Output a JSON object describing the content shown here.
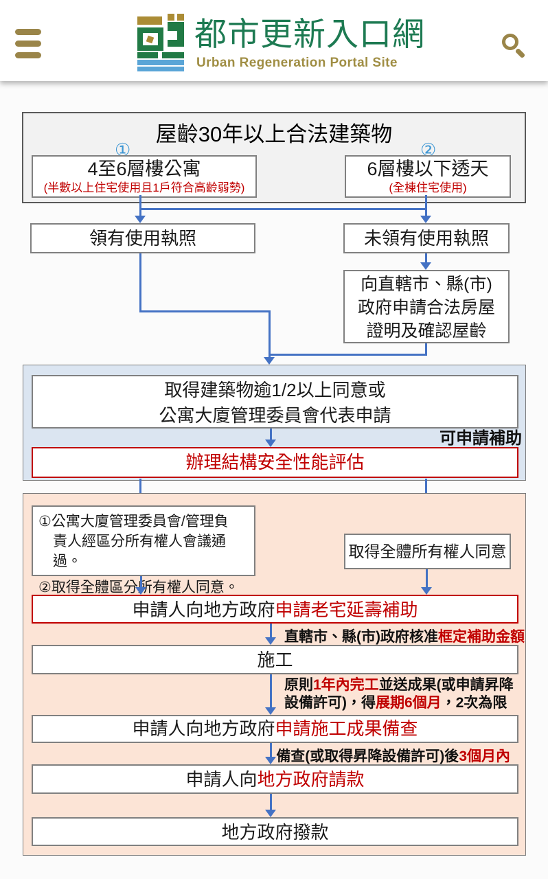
{
  "header": {
    "title": "都市更新入口網",
    "subtitle": "Urban Regeneration Portal Site"
  },
  "colors": {
    "brand_green": "#1d7a52",
    "brand_gold": "#9a8549",
    "logo_blue": "#5aa5d7",
    "flow_line_blue": "#4472c4",
    "alert_red": "#c00000",
    "gray_section_bg": "#f2f2f2",
    "blue_section_bg": "#dbe5f1",
    "orange_section_bg": "#fce4d6"
  },
  "flow": {
    "age": {
      "title": "屋齡30年以上合法建築物",
      "badge1": "①",
      "apt_title": "4至6層樓公寓",
      "apt_note": "(半數以上住宅使用且1戶符合高齡弱勢)",
      "badge2": "②",
      "house_title": "6層樓以下透天",
      "house_note": "(全棟住宅使用)"
    },
    "license_yes": "領有使用執照",
    "license_no": "未領有使用執照",
    "proof": {
      "line1": "向直轄市、縣(市)",
      "line2": "政府申請合法房屋",
      "line3": "證明及確認屋齡"
    },
    "consent": {
      "line1": "取得建築物逾1/2以上同意或",
      "line2": "公寓大廈管理委員會代表申請"
    },
    "hint": "可申請補助",
    "evaluation": "辦理結構安全性能評估",
    "committee": {
      "line1": "①公寓大廈管理委員會/管理負",
      "line2": "責人經區分所有權人會議通過。",
      "line3": "②取得全體區分所有權人同意。"
    },
    "owners": "取得全體所有權人同意",
    "apply": {
      "black": "申請人向地方政府",
      "red": "申請老宅延壽補助"
    },
    "approve": {
      "black": "直轄市、縣(市)政府核准",
      "red": "框定補助金額"
    },
    "construction": "施工",
    "deadline": {
      "p1": "原則",
      "p2": "1年內完工",
      "p3": "並送成果(或申請昇降",
      "p4": "設備許可)，得",
      "p5": "展期6個月",
      "p6": "，2次為限"
    },
    "inspection": {
      "black": "申請人向地方政府",
      "red": "申請施工成果備查"
    },
    "review": {
      "black": "備查(或取得昇降設備許可)後",
      "red": "3個月內"
    },
    "claim": {
      "black": "申請人向",
      "red": "地方政府請款"
    },
    "payment": "地方政府撥款"
  }
}
